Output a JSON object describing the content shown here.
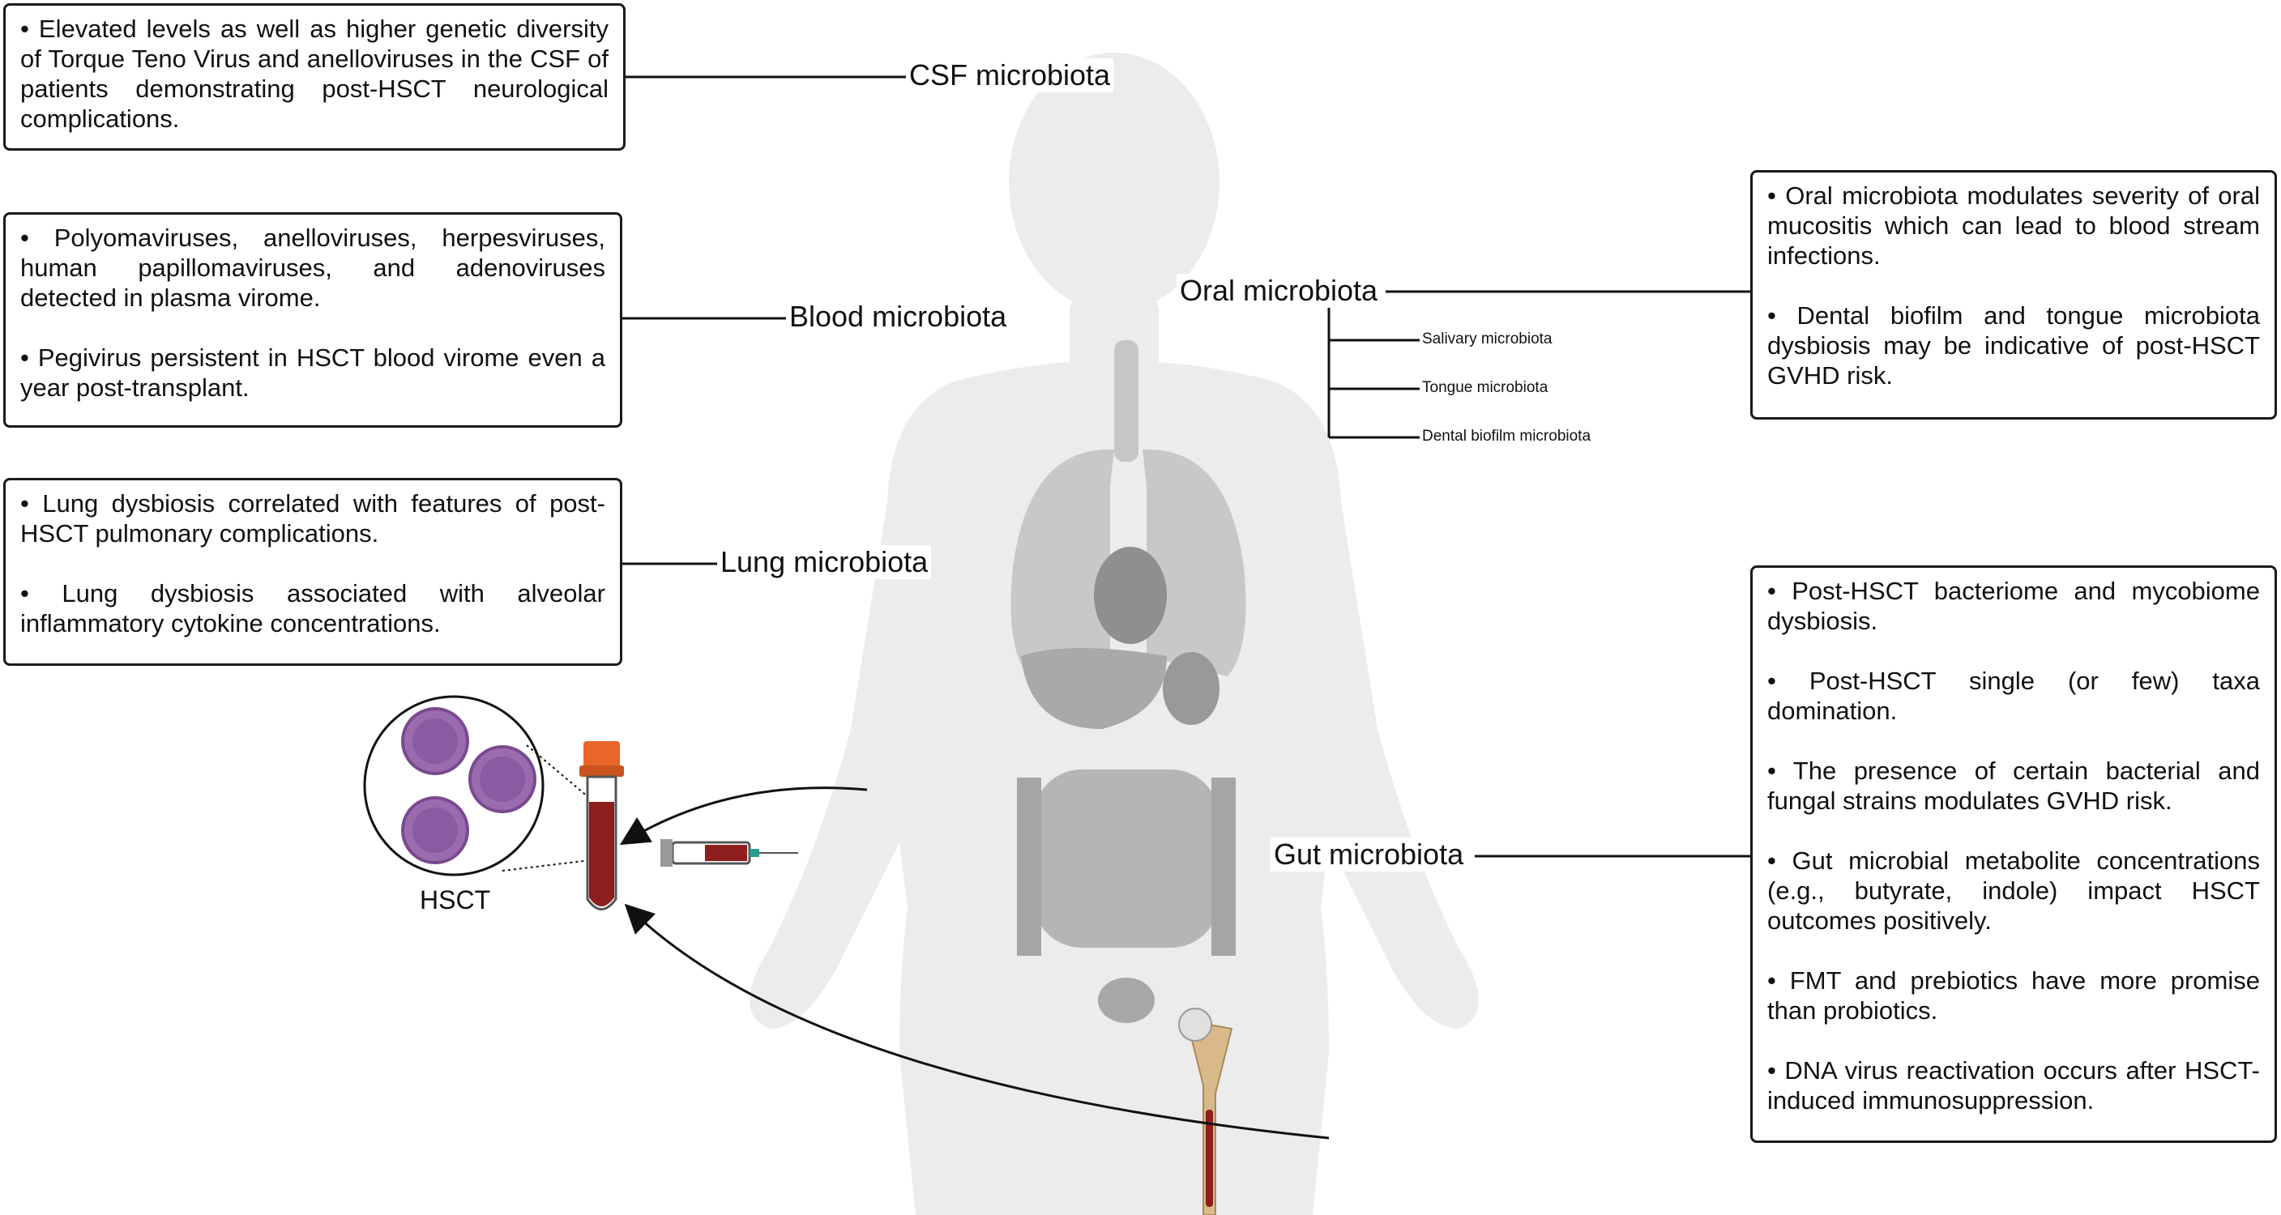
{
  "labels": {
    "csf": "CSF microbiota",
    "blood": "Blood microbiota",
    "lung": "Lung microbiota",
    "oral": "Oral microbiota",
    "gut": "Gut microbiota",
    "salivary": "Salivary microbiota",
    "tongue": "Tongue microbiota",
    "dental": "Dental biofilm microbiota",
    "hsct": "HSCT"
  },
  "boxes": {
    "csf": [
      "• Elevated levels as well as higher genetic diversity of Torque Teno Virus and anelloviruses in the CSF of patients demonstrating post-HSCT neurological complications."
    ],
    "blood": [
      "• Polyomaviruses, anelloviruses, herpesviruses, human papillomaviruses, and adenoviruses detected in plasma virome.",
      "• Pegivirus persistent in HSCT blood virome even a year post-transplant."
    ],
    "lung": [
      "• Lung dysbiosis correlated with features of post-HSCT pulmonary complications.",
      "• Lung dysbiosis associated with alveolar inflammatory cytokine concentrations."
    ],
    "oral": [
      "• Oral microbiota modulates severity of oral mucositis which can lead to blood stream infections.",
      "• Dental biofilm and tongue microbiota dysbiosis may be indicative of post-HSCT GVHD risk."
    ],
    "gut": [
      "• Post-HSCT bacteriome and mycobiome dysbiosis.",
      "• Post-HSCT single (or few) taxa domination.",
      "• The presence of certain bacterial and fungal strains modulates GVHD risk.",
      "• Gut microbial metabolite concentrations (e.g., butyrate, indole) impact HSCT outcomes positively.",
      "• FMT and prebiotics have more promise than probiotics.",
      "• DNA virus reactivation occurs after HSCT-induced immunosuppression."
    ]
  },
  "colors": {
    "body_silhouette": "#ececec",
    "organs": "#bdbdbd",
    "organs_dark": "#8f8f8f",
    "blood_red": "#8e1d1d",
    "tube_cap": "#e8662a",
    "cell_purple": "#9b6bb0",
    "bone": "#d9b98a"
  }
}
